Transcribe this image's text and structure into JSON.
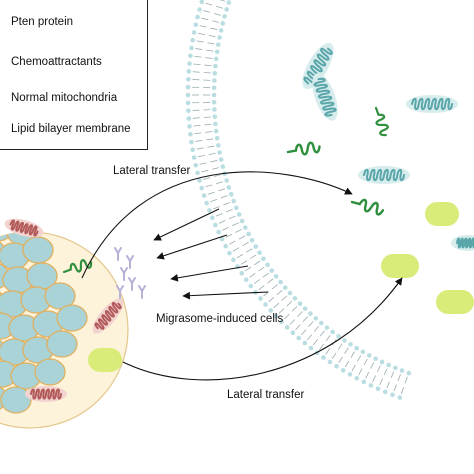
{
  "legend": {
    "items": [
      {
        "label": "Pten protein",
        "icon": "pten-protein-icon"
      },
      {
        "label": "Chemoattractants",
        "icon": "chemoattractant-icon"
      },
      {
        "label": "Normal mitochondria",
        "icon": "mitochondria-icon"
      },
      {
        "label": "Lipid bilayer membrane",
        "icon": "lipid-bilayer-icon"
      }
    ]
  },
  "labels": {
    "lateral_transfer_top": "Lateral transfer",
    "lateral_transfer_bottom": "Lateral transfer",
    "migrasome_induced_cells": "Migrasome-induced cells"
  },
  "colors": {
    "membrane_line": "#9aaab0",
    "membrane_head": "#b9dde0",
    "migrasome_fill": "#fdf3da",
    "migrasome_edge": "#e4c78c",
    "vesicle_fill": "#a9d3d6",
    "vesicle_edge": "#e0b060",
    "mito_fill": "#d7eded",
    "mito_crista": "#5aa6aa",
    "mito_red_fill": "#f3d3cf",
    "mito_red_crista": "#b25a5a",
    "pten": "#2f8f3d",
    "chemo": "#b9b0d8",
    "lime": "#d9ec7a",
    "arrow": "#111111"
  }
}
